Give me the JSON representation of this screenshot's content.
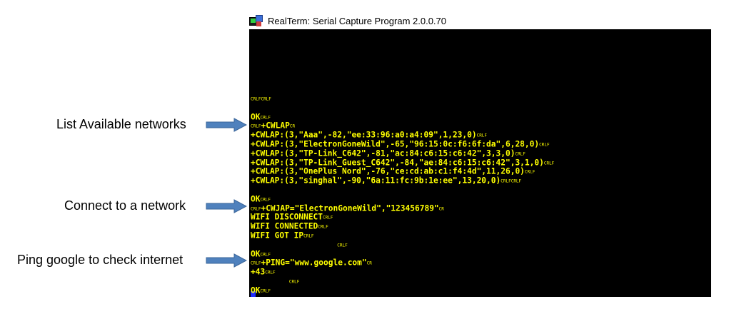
{
  "window": {
    "title": "RealTerm: Serial Capture Program 2.0.0.70",
    "icon": "realterm-app-icon"
  },
  "terminal": {
    "bg": "#000000",
    "fg": "#ffff00",
    "cursor_color": "#1f2bff",
    "lines": [
      [
        {
          "t": "CRLF",
          "c": true
        },
        {
          "t": "CRLF",
          "c": true
        }
      ],
      [],
      [
        {
          "t": "OK"
        },
        {
          "t": "CRLF",
          "c": true
        }
      ],
      [
        {
          "t": "CRLF",
          "c": true
        },
        {
          "t": "+CWLAP"
        },
        {
          "t": "CR",
          "c": true
        }
      ],
      [
        {
          "t": "+CWLAP:(3,\"Aaa\",-82,\"ee:33:96:a0:a4:09\",1,23,0)"
        },
        {
          "t": "CRLF",
          "c": true
        }
      ],
      [
        {
          "t": "+CWLAP:(3,\"ElectronGoneWild\",-65,\"96:15:0c:f6:6f:da\",6,28,0)"
        },
        {
          "t": "CRLF",
          "c": true
        }
      ],
      [
        {
          "t": "+CWLAP:(3,\"TP-Link_C642\",-81,\"ac:84:c6:15:c6:42\",3,3,0)"
        },
        {
          "t": "CRLF",
          "c": true
        }
      ],
      [
        {
          "t": "+CWLAP:(3,\"TP-Link_Guest_C642\",-84,\"ae:84:c6:15:c6:42\",3,1,0)"
        },
        {
          "t": "CRLF",
          "c": true
        }
      ],
      [
        {
          "t": "+CWLAP:(3,\"OnePlus Nord\",-76,\"ce:cd:ab:c1:f4:4d\",11,26,0)"
        },
        {
          "t": "CRLF",
          "c": true
        }
      ],
      [
        {
          "t": "+CWLAP:(3,\"singhal\",-90,\"6a:11:fc:9b:1e:ee\",13,20,0)"
        },
        {
          "t": "CRLF",
          "c": true
        },
        {
          "t": "CRLF",
          "c": true
        }
      ],
      [],
      [
        {
          "t": "OK"
        },
        {
          "t": "CRLF",
          "c": true
        }
      ],
      [
        {
          "t": "CRLF",
          "c": true
        },
        {
          "t": "+CWJAP=\"ElectronGoneWild\",\"123456789\""
        },
        {
          "t": "CR",
          "c": true
        }
      ],
      [
        {
          "t": "WIFI DISCONNECT"
        },
        {
          "t": "CRLF",
          "c": true
        }
      ],
      [
        {
          "t": "WIFI CONNECTED"
        },
        {
          "t": "CRLF",
          "c": true
        }
      ],
      [
        {
          "t": "WIFI GOT IP"
        },
        {
          "t": "CRLF",
          "c": true
        }
      ],
      [
        {
          "t": "                  "
        },
        {
          "t": "CRLF",
          "c": true
        }
      ],
      [
        {
          "t": "OK"
        },
        {
          "t": "CRLF",
          "c": true
        }
      ],
      [
        {
          "t": "CRLF",
          "c": true
        },
        {
          "t": "+PING=\"www.google.com\""
        },
        {
          "t": "CR",
          "c": true
        }
      ],
      [
        {
          "t": "+43"
        },
        {
          "t": "CRLF",
          "c": true
        }
      ],
      [
        {
          "t": "        "
        },
        {
          "t": "CRLF",
          "c": true
        }
      ],
      [
        {
          "t": "OK"
        },
        {
          "t": "CRLF",
          "c": true
        }
      ]
    ]
  },
  "annotations": [
    {
      "label": "List Available networks",
      "arrow_color": "#4f81bd"
    },
    {
      "label": "Connect to a network",
      "arrow_color": "#4f81bd"
    },
    {
      "label": "Ping google to check internet",
      "arrow_color": "#4f81bd"
    }
  ]
}
